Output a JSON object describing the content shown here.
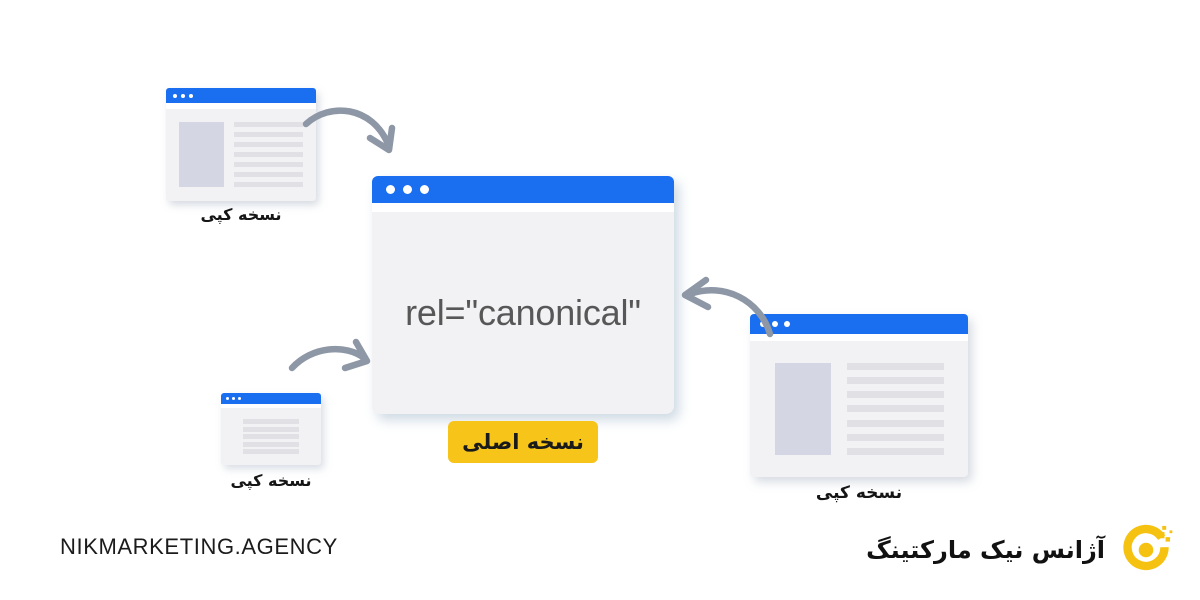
{
  "diagram": {
    "title": "rel=canonical diagram",
    "main_window": {
      "code_text": "rel=\"canonical\"",
      "badge_label": "نسخه اصلی",
      "dots": [
        "dot",
        "dot",
        "dot"
      ]
    },
    "copies": [
      {
        "id": "top-left",
        "label": "نسخه کپی",
        "layout": "image-and-lines",
        "line_count": 7
      },
      {
        "id": "bottom-left-small",
        "label": "نسخه کپی",
        "layout": "lines-only",
        "line_count": 5
      },
      {
        "id": "right",
        "label": "نسخه کپی",
        "layout": "image-and-lines",
        "line_count": 7
      }
    ],
    "arrows": [
      {
        "id": "arrow-top",
        "from": "top-left-copy",
        "to": "main-window",
        "direction": "down-right"
      },
      {
        "id": "arrow-bottom-left",
        "from": "bottom-left-copy",
        "to": "main-window",
        "direction": "right"
      },
      {
        "id": "arrow-right",
        "from": "right-copy",
        "to": "main-window",
        "direction": "left"
      }
    ]
  },
  "footer": {
    "url": "NIKMARKETING.AGENCY",
    "brand_name": "آژانس نیک مارکتینگ",
    "logo_icon": "nik-marketing-ring-logo"
  },
  "colors": {
    "browser_bar_blue": "#1a6ef0",
    "window_body_gray": "#f2f2f4",
    "skeleton_line_gray": "#e1e1e5",
    "skeleton_image_gray": "#d4d7e3",
    "badge_yellow": "#f7c41a",
    "arrow_gray": "#8d97a6",
    "code_text_gray": "#575757",
    "brand_yellow": "#f5c211",
    "page_background": "#ffffff"
  }
}
